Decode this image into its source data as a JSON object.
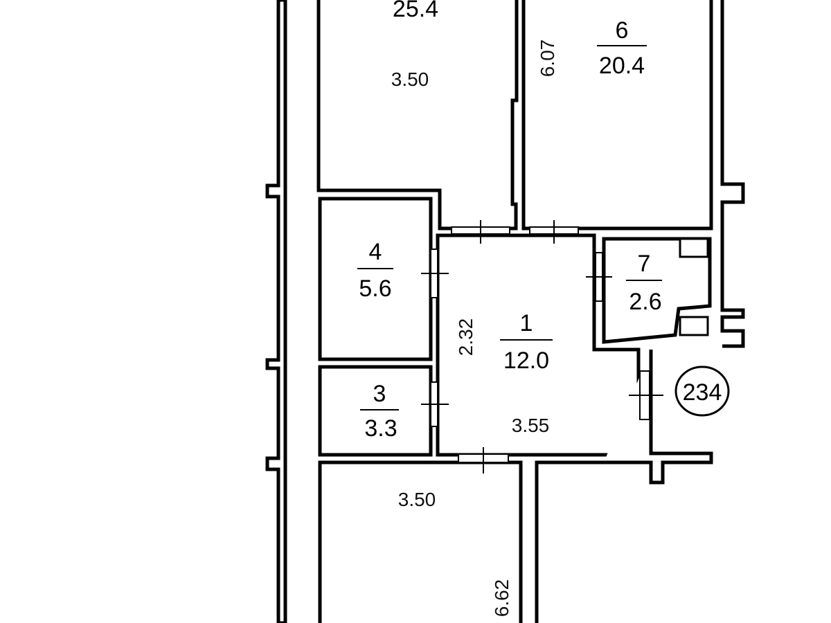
{
  "rooms": [
    {
      "id": "top-left",
      "number": "",
      "area": "25.4"
    },
    {
      "id": "6",
      "number": "6",
      "area": "20.4"
    },
    {
      "id": "4",
      "number": "4",
      "area": "5.6"
    },
    {
      "id": "7",
      "number": "7",
      "area": "2.6"
    },
    {
      "id": "1",
      "number": "1",
      "area": "12.0"
    },
    {
      "id": "3",
      "number": "3",
      "area": "3.3"
    }
  ],
  "dimensions": {
    "top_left_width": "3.50",
    "room6_height": "6.07",
    "hall_height": "2.32",
    "hall_width": "3.55",
    "bottom_width": "3.50",
    "bottom_height": "6.62"
  },
  "badge": "234",
  "colors": {
    "line": "#000000",
    "background": "#ffffff"
  }
}
